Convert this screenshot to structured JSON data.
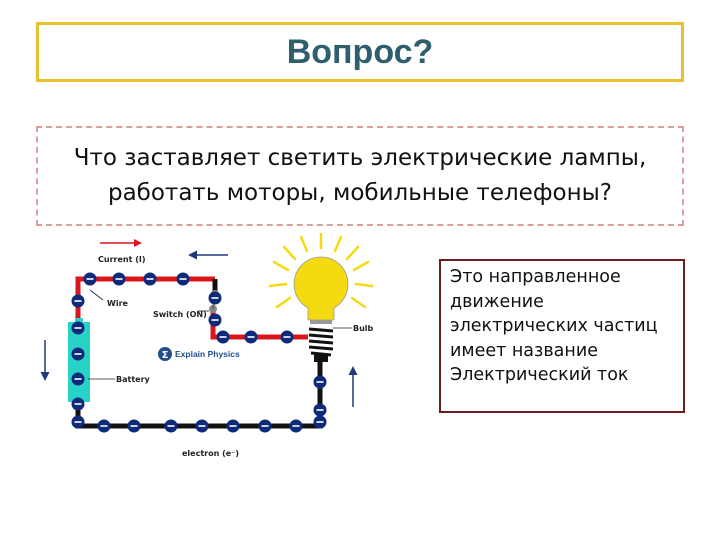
{
  "title": "Вопрос?",
  "question": {
    "line1": "Что заставляет светить электрические лампы,",
    "line2": "работать моторы, мобильные телефоны?"
  },
  "answer": {
    "line1": "Это направленное",
    "line2": "движение",
    "line3": "электрических частиц",
    "line4": "имеет название",
    "line5": "Электрический ток"
  },
  "diagram": {
    "label_current": "Current (I)",
    "label_wire": "Wire",
    "label_switch": "Switch (ON)",
    "label_bulb": "Bulb",
    "label_battery": "Battery",
    "label_electron": "electron (e⁻)",
    "logo_text": "Explain Physics",
    "logo_symbol": "Σ",
    "electron_symbol": "–",
    "colors": {
      "wire_red": "#d8171d",
      "wire_black": "#111111",
      "electron": "#0f2a7a",
      "battery": "#27d3c6",
      "bulb": "#f5da12",
      "arrow_red": "#d8171d",
      "arrow_blue": "#1f3a7a"
    }
  }
}
